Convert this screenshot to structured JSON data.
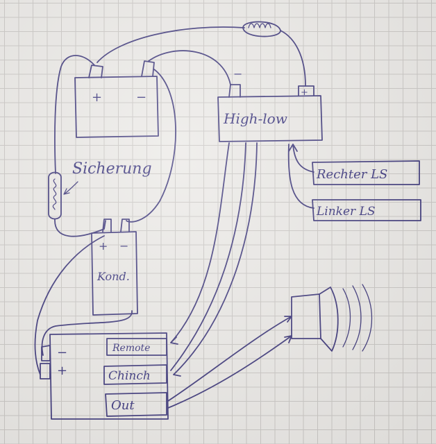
{
  "battery": {
    "plus": "+",
    "minus": "−"
  },
  "fuse": {
    "label": "Sicherung"
  },
  "capacitor": {
    "label": "Kond.",
    "plus": "+",
    "minus": "−"
  },
  "high_low": {
    "label": "High-low",
    "minus": "−",
    "plus": "+"
  },
  "speakers": {
    "right": "Rechter LS",
    "left": "Linker LS"
  },
  "amp": {
    "minus": "−",
    "plus": "+",
    "remote": "Remote",
    "cinch": "Chinch",
    "out": "Out"
  },
  "colors": {
    "ink": "#3a3478",
    "paper": "#ebe9e6",
    "grid": "#c9c6c3"
  }
}
